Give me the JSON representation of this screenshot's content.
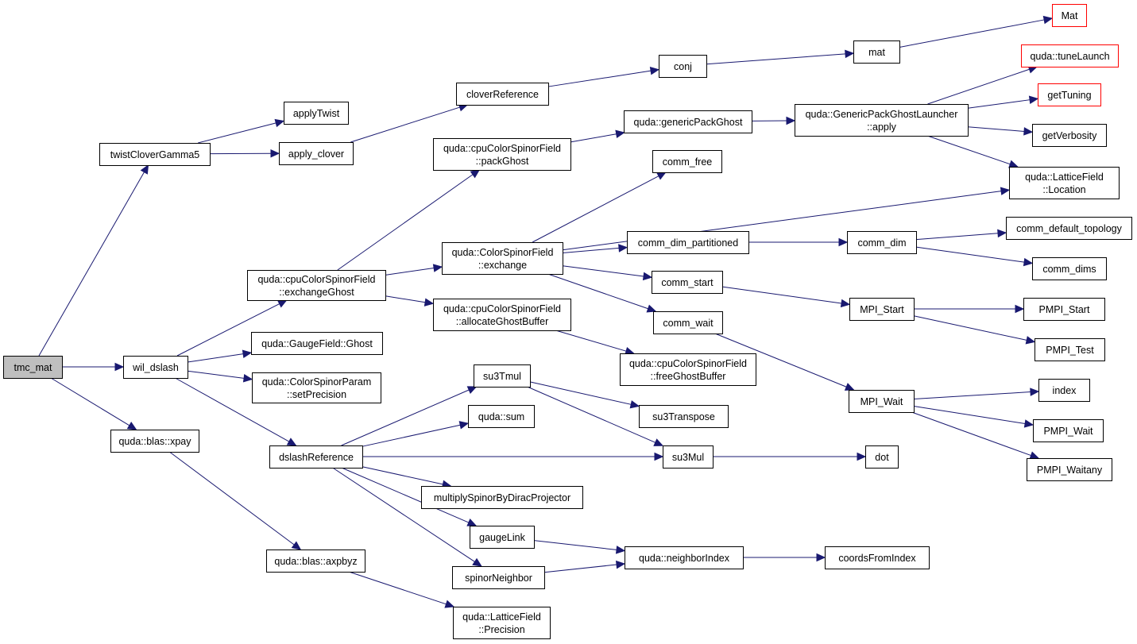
{
  "graph": {
    "node_color": "#ffffff",
    "root_color": "#bfbfbf",
    "border_color": "#000000",
    "truncated_border_color": "#ff0000",
    "edge_color": "#191970",
    "nodes": [
      {
        "id": "tmc_mat",
        "lines": [
          "tmc_mat"
        ],
        "root": true
      },
      {
        "id": "twistCloverGamma5",
        "lines": [
          "twistCloverGamma5"
        ]
      },
      {
        "id": "wil_dslash",
        "lines": [
          "wil_dslash"
        ]
      },
      {
        "id": "xpay",
        "lines": [
          "quda::blas::xpay"
        ]
      },
      {
        "id": "applyTwist",
        "lines": [
          "applyTwist"
        ]
      },
      {
        "id": "apply_clover",
        "lines": [
          "apply_clover"
        ]
      },
      {
        "id": "cloverReference",
        "lines": [
          "cloverReference"
        ]
      },
      {
        "id": "conj",
        "lines": [
          "conj"
        ]
      },
      {
        "id": "mat",
        "lines": [
          "mat"
        ]
      },
      {
        "id": "Mat",
        "lines": [
          "Mat"
        ],
        "truncated": true
      },
      {
        "id": "exchangeGhost",
        "lines": [
          "quda::cpuColorSpinorField",
          "::exchangeGhost"
        ]
      },
      {
        "id": "GaugeGhost",
        "lines": [
          "quda::GaugeField::Ghost"
        ]
      },
      {
        "id": "setPrecision",
        "lines": [
          "quda::ColorSpinorParam",
          "::setPrecision"
        ]
      },
      {
        "id": "dslashReference",
        "lines": [
          "dslashReference"
        ]
      },
      {
        "id": "packGhost",
        "lines": [
          "quda::cpuColorSpinorField",
          "::packGhost"
        ]
      },
      {
        "id": "exchange",
        "lines": [
          "quda::ColorSpinorField",
          "::exchange"
        ]
      },
      {
        "id": "allocateGhostBuffer",
        "lines": [
          "quda::cpuColorSpinorField",
          "::allocateGhostBuffer"
        ]
      },
      {
        "id": "genericPackGhost",
        "lines": [
          "quda::genericPackGhost"
        ]
      },
      {
        "id": "launcherApply",
        "lines": [
          "quda::GenericPackGhostLauncher",
          "::apply"
        ]
      },
      {
        "id": "tuneLaunch",
        "lines": [
          "quda::tuneLaunch"
        ],
        "truncated": true
      },
      {
        "id": "getTuning",
        "lines": [
          "getTuning"
        ],
        "truncated": true
      },
      {
        "id": "getVerbosity",
        "lines": [
          "getVerbosity"
        ]
      },
      {
        "id": "Location",
        "lines": [
          "quda::LatticeField",
          "::Location"
        ]
      },
      {
        "id": "comm_free",
        "lines": [
          "comm_free"
        ]
      },
      {
        "id": "comm_dim_partitioned",
        "lines": [
          "comm_dim_partitioned"
        ]
      },
      {
        "id": "comm_dim",
        "lines": [
          "comm_dim"
        ]
      },
      {
        "id": "comm_default_topology",
        "lines": [
          "comm_default_topology"
        ]
      },
      {
        "id": "comm_dims",
        "lines": [
          "comm_dims"
        ]
      },
      {
        "id": "comm_start",
        "lines": [
          "comm_start"
        ]
      },
      {
        "id": "MPI_Start",
        "lines": [
          "MPI_Start"
        ]
      },
      {
        "id": "PMPI_Start",
        "lines": [
          "PMPI_Start"
        ]
      },
      {
        "id": "PMPI_Test",
        "lines": [
          "PMPI_Test"
        ]
      },
      {
        "id": "comm_wait",
        "lines": [
          "comm_wait"
        ]
      },
      {
        "id": "MPI_Wait",
        "lines": [
          "MPI_Wait"
        ]
      },
      {
        "id": "index",
        "lines": [
          "index"
        ]
      },
      {
        "id": "PMPI_Wait",
        "lines": [
          "PMPI_Wait"
        ]
      },
      {
        "id": "PMPI_Waitany",
        "lines": [
          "PMPI_Waitany"
        ]
      },
      {
        "id": "freeGhostBuffer",
        "lines": [
          "quda::cpuColorSpinorField",
          "::freeGhostBuffer"
        ]
      },
      {
        "id": "su3Tmul",
        "lines": [
          "su3Tmul"
        ]
      },
      {
        "id": "su3Transpose",
        "lines": [
          "su3Transpose"
        ]
      },
      {
        "id": "qsum",
        "lines": [
          "quda::sum"
        ]
      },
      {
        "id": "su3Mul",
        "lines": [
          "su3Mul"
        ]
      },
      {
        "id": "dot",
        "lines": [
          "dot"
        ]
      },
      {
        "id": "multiplySpinor",
        "lines": [
          "multiplySpinorByDiracProjector"
        ]
      },
      {
        "id": "gaugeLink",
        "lines": [
          "gaugeLink"
        ]
      },
      {
        "id": "spinorNeighbor",
        "lines": [
          "spinorNeighbor"
        ]
      },
      {
        "id": "neighborIndex",
        "lines": [
          "quda::neighborIndex"
        ]
      },
      {
        "id": "coordsFromIndex",
        "lines": [
          "coordsFromIndex"
        ]
      },
      {
        "id": "axpbyz",
        "lines": [
          "quda::blas::axpbyz"
        ]
      },
      {
        "id": "Precision",
        "lines": [
          "quda::LatticeField",
          "::Precision"
        ]
      }
    ],
    "edges": [
      [
        "tmc_mat",
        "twistCloverGamma5"
      ],
      [
        "tmc_mat",
        "wil_dslash"
      ],
      [
        "tmc_mat",
        "xpay"
      ],
      [
        "twistCloverGamma5",
        "applyTwist"
      ],
      [
        "twistCloverGamma5",
        "apply_clover"
      ],
      [
        "apply_clover",
        "cloverReference"
      ],
      [
        "cloverReference",
        "conj"
      ],
      [
        "conj",
        "mat"
      ],
      [
        "mat",
        "Mat"
      ],
      [
        "wil_dslash",
        "exchangeGhost"
      ],
      [
        "wil_dslash",
        "GaugeGhost"
      ],
      [
        "wil_dslash",
        "setPrecision"
      ],
      [
        "wil_dslash",
        "dslashReference"
      ],
      [
        "exchangeGhost",
        "packGhost"
      ],
      [
        "exchangeGhost",
        "exchange"
      ],
      [
        "exchangeGhost",
        "allocateGhostBuffer"
      ],
      [
        "packGhost",
        "genericPackGhost"
      ],
      [
        "genericPackGhost",
        "launcherApply"
      ],
      [
        "launcherApply",
        "tuneLaunch"
      ],
      [
        "launcherApply",
        "getTuning"
      ],
      [
        "launcherApply",
        "getVerbosity"
      ],
      [
        "launcherApply",
        "Location"
      ],
      [
        "exchange",
        "comm_free"
      ],
      [
        "exchange",
        "Location"
      ],
      [
        "exchange",
        "comm_dim_partitioned"
      ],
      [
        "exchange",
        "comm_start"
      ],
      [
        "exchange",
        "comm_wait"
      ],
      [
        "comm_dim_partitioned",
        "comm_dim"
      ],
      [
        "comm_dim",
        "comm_default_topology"
      ],
      [
        "comm_dim",
        "comm_dims"
      ],
      [
        "comm_start",
        "MPI_Start"
      ],
      [
        "MPI_Start",
        "PMPI_Start"
      ],
      [
        "MPI_Start",
        "PMPI_Test"
      ],
      [
        "comm_wait",
        "MPI_Wait"
      ],
      [
        "MPI_Wait",
        "index"
      ],
      [
        "MPI_Wait",
        "PMPI_Wait"
      ],
      [
        "MPI_Wait",
        "PMPI_Waitany"
      ],
      [
        "allocateGhostBuffer",
        "freeGhostBuffer"
      ],
      [
        "dslashReference",
        "su3Tmul"
      ],
      [
        "dslashReference",
        "qsum"
      ],
      [
        "dslashReference",
        "su3Mul"
      ],
      [
        "dslashReference",
        "multiplySpinor"
      ],
      [
        "dslashReference",
        "gaugeLink"
      ],
      [
        "dslashReference",
        "spinorNeighbor"
      ],
      [
        "su3Tmul",
        "su3Transpose"
      ],
      [
        "su3Tmul",
        "su3Mul"
      ],
      [
        "su3Mul",
        "dot"
      ],
      [
        "gaugeLink",
        "neighborIndex"
      ],
      [
        "spinorNeighbor",
        "neighborIndex"
      ],
      [
        "neighborIndex",
        "coordsFromIndex"
      ],
      [
        "xpay",
        "axpbyz"
      ],
      [
        "axpbyz",
        "Precision"
      ]
    ]
  }
}
